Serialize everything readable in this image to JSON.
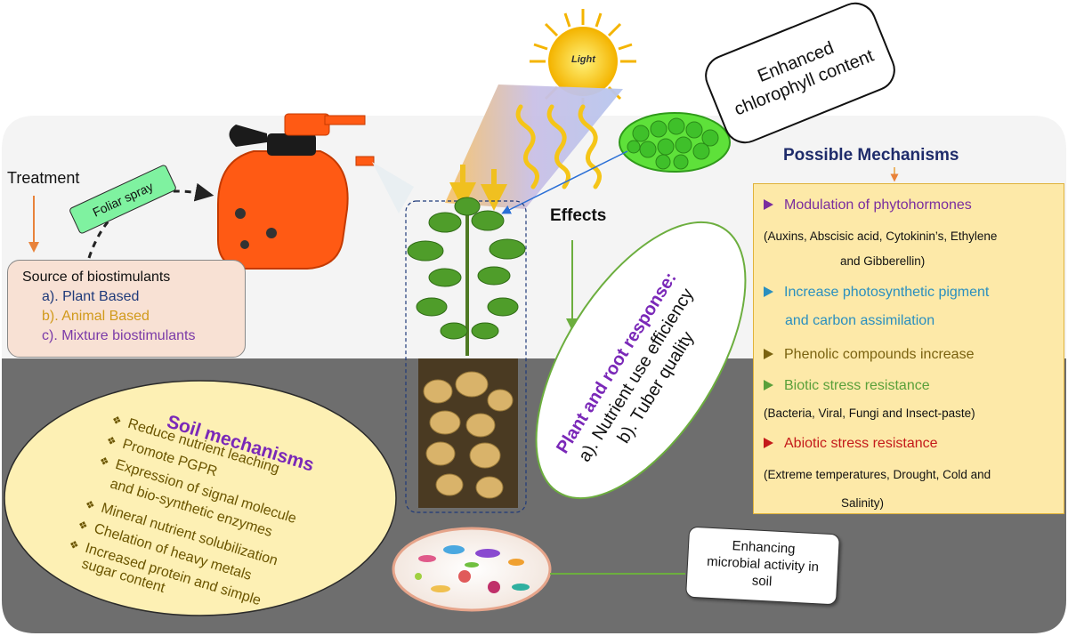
{
  "light_label": "Light",
  "chlorophyll_box": {
    "line1": "Enhanced",
    "line2": "chlorophyll content"
  },
  "treatment_label": "Treatment",
  "foliar_spray_label": "Foliar spray",
  "source_box": {
    "title": "Source of biostimulants",
    "items": [
      {
        "text": "a). Plant Based",
        "color": "#1f3a7a"
      },
      {
        "text": "b). Animal Based",
        "color": "#d19a1c"
      },
      {
        "text": "c). Mixture biostimulants",
        "color": "#7a3aa8"
      }
    ]
  },
  "effects_label": "Effects",
  "plant_response": {
    "title": "Plant and root response:",
    "items": [
      "a). Nutrient use efficiency",
      "b). Tuber quality"
    ],
    "title_color": "#7a28b8"
  },
  "possible_mechanisms": {
    "title": "Possible Mechanisms",
    "lines": [
      {
        "text": "Modulation of phytohormones",
        "color": "#7a2d9e",
        "bullet": true,
        "bullet_color": "#7a2d9e"
      },
      {
        "text": "(Auxins, Abscisic acid, Cytokinin’s, Ethylene",
        "color": "#111111",
        "bullet": false
      },
      {
        "text": "and Gibberellin)",
        "color": "#111111",
        "bullet": false
      },
      {
        "text": "Increase photosynthetic pigment",
        "color": "#2a8fbf",
        "bullet": true,
        "bullet_color": "#2a8fbf"
      },
      {
        "text": "and carbon assimilation",
        "color": "#2a8fbf",
        "bullet": false
      },
      {
        "text": "Phenolic compounds increase",
        "color": "#7a6210",
        "bullet": true,
        "bullet_color": "#7a6210"
      },
      {
        "text": "Biotic stress resistance",
        "color": "#5aa03a",
        "bullet": true,
        "bullet_color": "#5aa03a"
      },
      {
        "text": "(Bacteria, Viral, Fungi and Insect-paste)",
        "color": "#111111",
        "bullet": false
      },
      {
        "text": "Abiotic stress resistance",
        "color": "#c41a1a",
        "bullet": true,
        "bullet_color": "#c41a1a"
      },
      {
        "text": "(Extreme temperatures, Drought, Cold  and",
        "color": "#111111",
        "bullet": false
      },
      {
        "text": "Salinity)",
        "color": "#111111",
        "bullet": false
      }
    ]
  },
  "soil_mechanisms": {
    "title": "Soil mechanisms",
    "title_color": "#7a28b8",
    "lines": [
      {
        "text": "Reduce nutrient leaching",
        "bullet": true
      },
      {
        "text": "Promote PGPR",
        "bullet": true
      },
      {
        "text": "Expression of signal molecule",
        "bullet": true
      },
      {
        "text": "and bio-synthetic enzymes",
        "bullet": false
      },
      {
        "text": "Mineral nutrient solubilization",
        "bullet": true
      },
      {
        "text": "Chelation of heavy metals",
        "bullet": true
      },
      {
        "text": "Increased protein and simple",
        "bullet": true
      },
      {
        "text": "sugar  content",
        "bullet": false
      }
    ]
  },
  "microbial_box": {
    "lines": [
      "Enhancing",
      "microbial activity in",
      "soil"
    ]
  },
  "colors": {
    "soil": "#6e6e6e",
    "sky_panel": "#f4f4f4",
    "soil_ellipse": "#fdf0b4",
    "mechanisms_box": "#fde9a8",
    "mechanisms_border": "#e0b23a",
    "source_box": "#f8e1d4",
    "title_navy": "#1f2c6b",
    "green_line": "#6cae3e",
    "arrow_orange": "#e8823a"
  }
}
